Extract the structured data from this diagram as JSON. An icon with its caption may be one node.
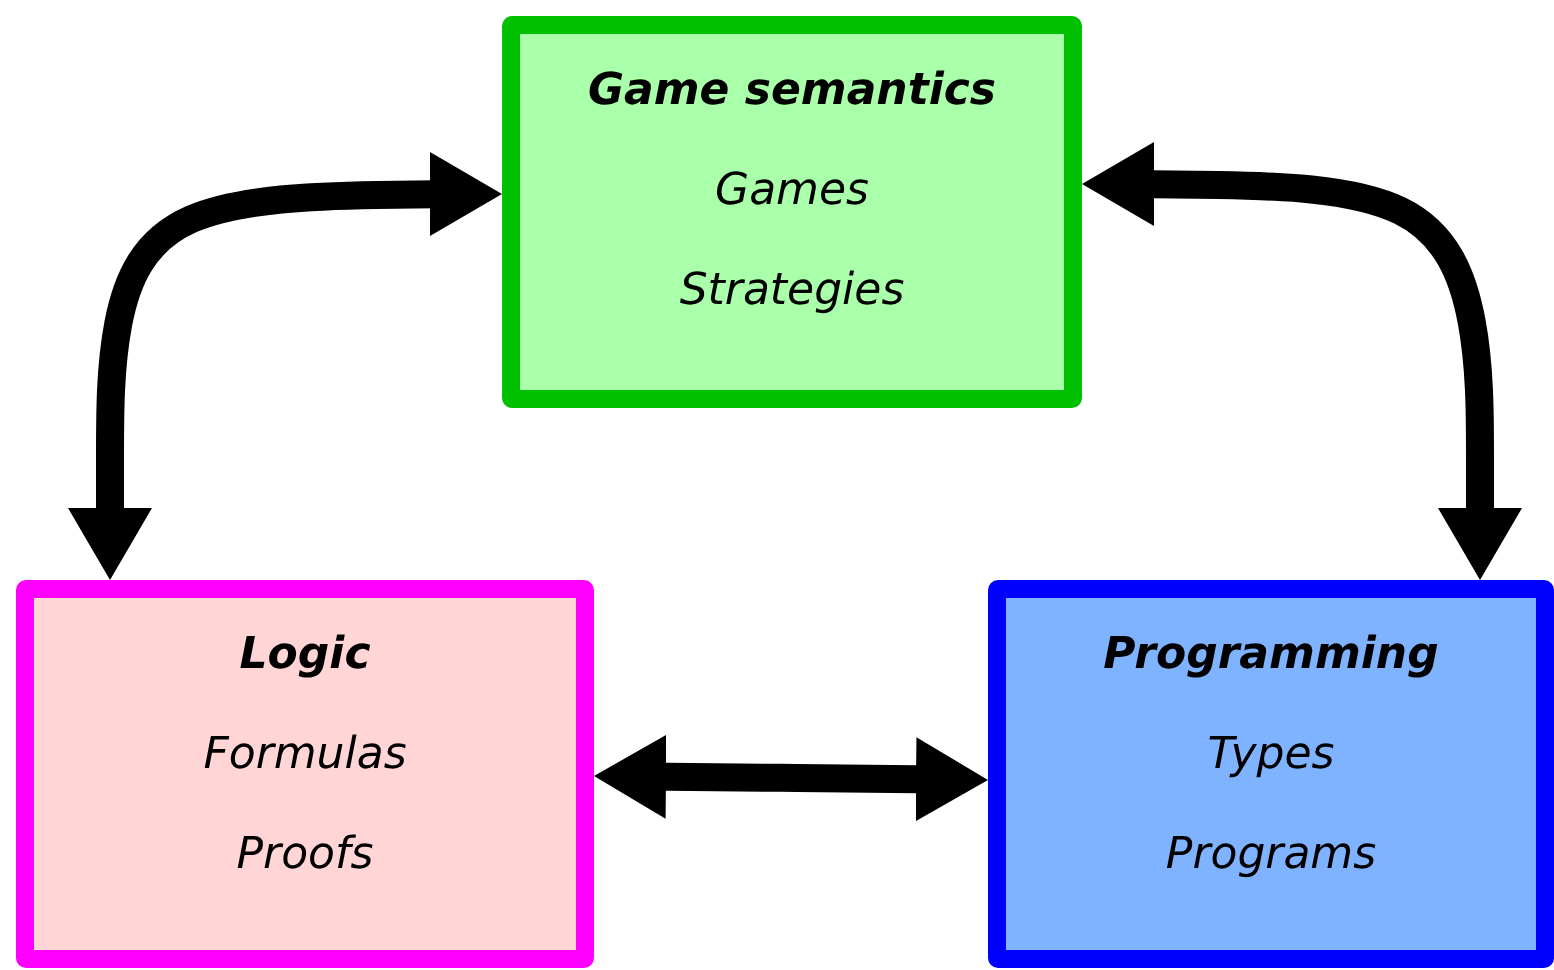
{
  "diagram": {
    "nodes": [
      {
        "text": [
          "Game semantics",
          "Games",
          "Strategies"
        ]
      },
      {
        "text": [
          "Logic",
          "Formulas",
          "Proofs"
        ]
      },
      {
        "text": [
          "Programming",
          "Types",
          "Programs"
        ]
      }
    ],
    "edges": [
      {
        "from": 0,
        "to": 1,
        "arrow": "both"
      },
      {
        "from": 0,
        "to": 2,
        "arrow": "both"
      },
      {
        "from": 1,
        "to": 2,
        "arrow": "both"
      }
    ]
  }
}
